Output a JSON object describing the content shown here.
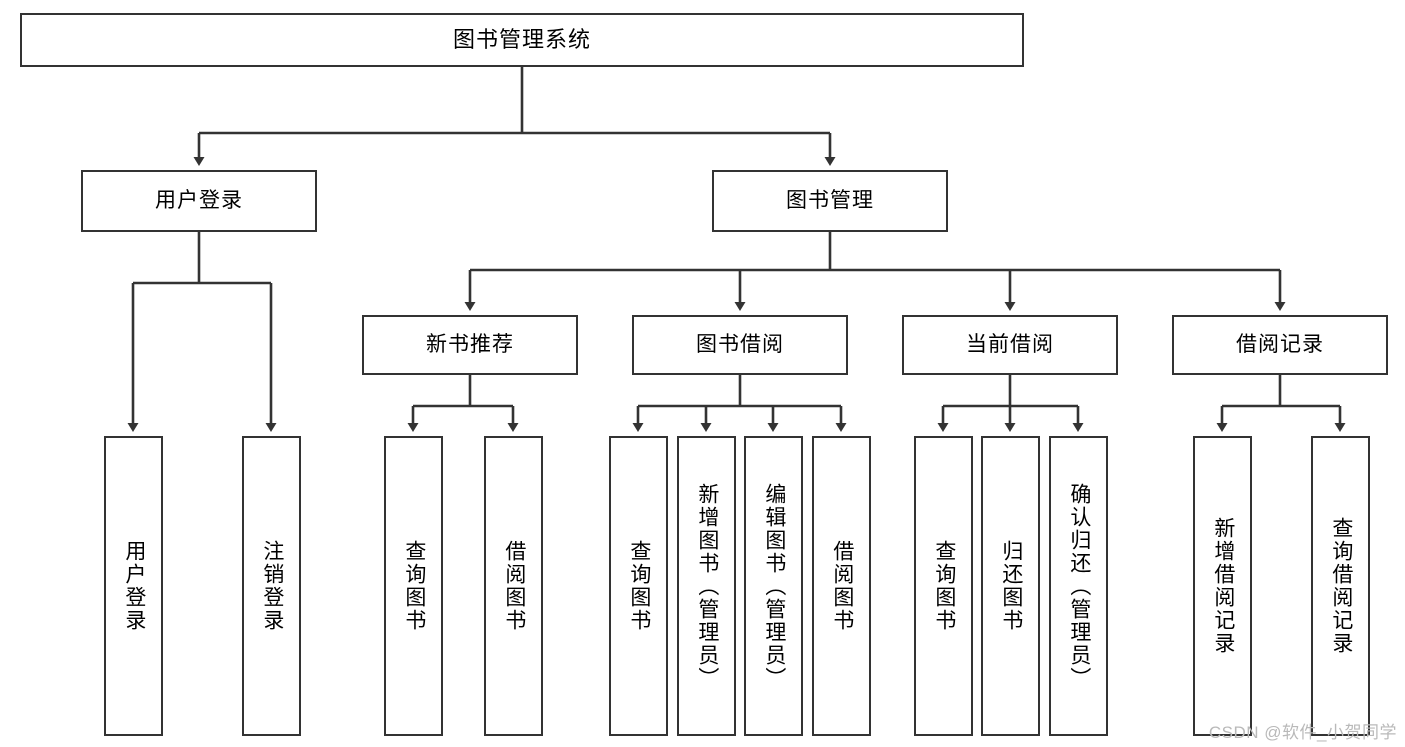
{
  "diagram": {
    "title": "图书管理系统",
    "type": "tree-hierarchy-chart",
    "root": {
      "label": "图书管理系统"
    },
    "level2": [
      {
        "label": "用户登录"
      },
      {
        "label": "图书管理"
      }
    ],
    "level3": [
      {
        "label": "新书推荐"
      },
      {
        "label": "图书借阅"
      },
      {
        "label": "当前借阅"
      },
      {
        "label": "借阅记录"
      }
    ],
    "leaves": {
      "user_login": [
        {
          "label": "用户登录"
        },
        {
          "label": "注销登录"
        }
      ],
      "new_book_recommend": [
        {
          "label": "查询图书"
        },
        {
          "label": "借阅图书"
        }
      ],
      "book_borrow": [
        {
          "label": "查询图书"
        },
        {
          "label": "新增图书（管理员）"
        },
        {
          "label": "编辑图书（管理员）"
        },
        {
          "label": "借阅图书"
        }
      ],
      "current_borrow": [
        {
          "label": "查询图书"
        },
        {
          "label": "归还图书"
        },
        {
          "label": "确认归还（管理员）"
        }
      ],
      "borrow_records": [
        {
          "label": "新增借阅记录"
        },
        {
          "label": "查询借阅记录"
        }
      ]
    }
  },
  "watermark": {
    "text": "CSDN @软件_小贺同学"
  },
  "colors": {
    "border": "#333333",
    "background": "#ffffff",
    "text": "#000000",
    "watermark": "#b9b9b9"
  }
}
